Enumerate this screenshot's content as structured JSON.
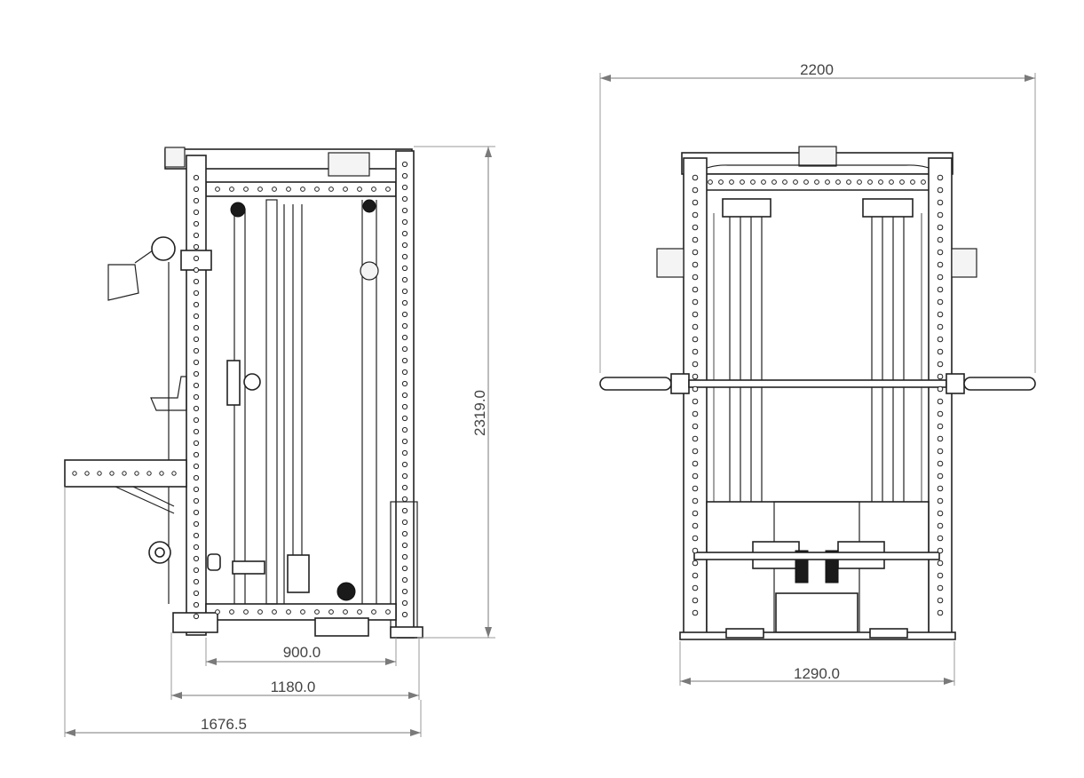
{
  "dimensions": {
    "side_height": "2319.0",
    "side_inner_depth": "900.0",
    "side_base_depth": "1180.0",
    "side_overall_depth": "1676.5",
    "front_overall_width": "2200",
    "front_base_width": "1290.0"
  },
  "colors": {
    "line": "#222222",
    "dimension": "#7a7a7a",
    "text": "#444444"
  }
}
